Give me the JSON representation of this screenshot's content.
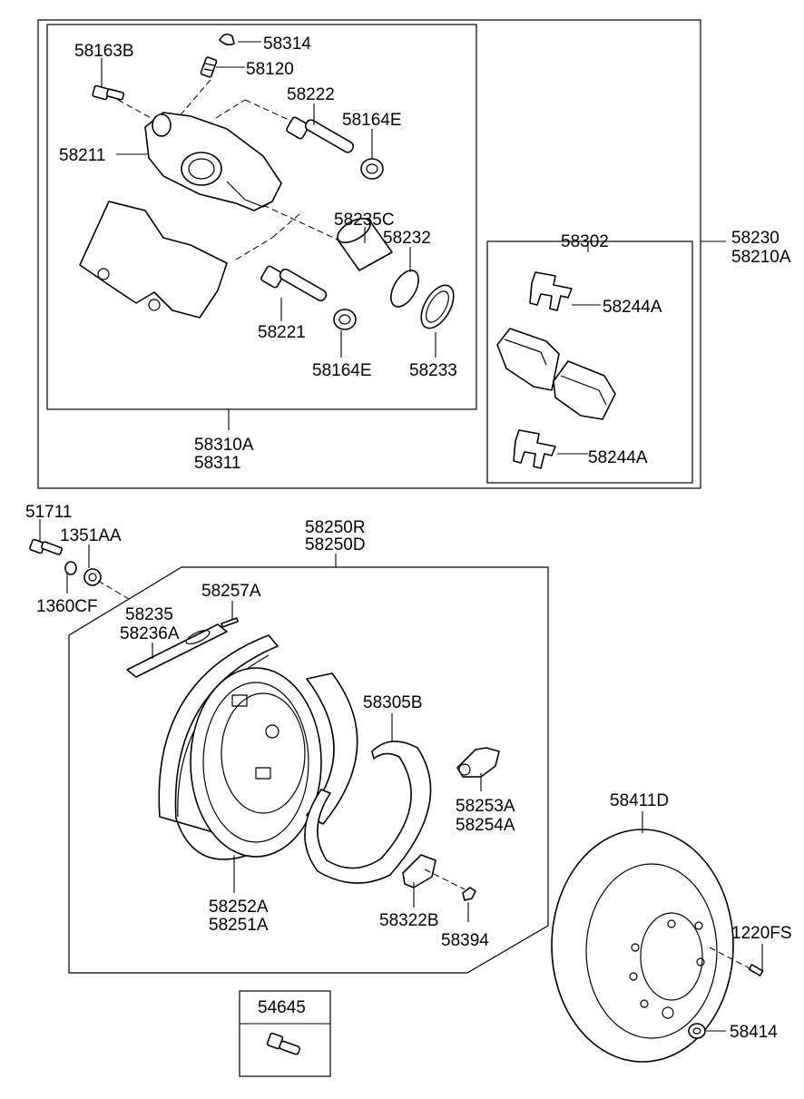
{
  "labels": {
    "p58163B": "58163B",
    "p58314": "58314",
    "p58120": "58120",
    "p58222": "58222",
    "p58164E_top": "58164E",
    "p58211": "58211",
    "p58235C": "58235C",
    "p58232": "58232",
    "p58221": "58221",
    "p58164E_bot": "58164E",
    "p58233": "58233",
    "p58310A": "58310A",
    "p58311": "58311",
    "p58302": "58302",
    "p58244A_top": "58244A",
    "p58244A_bot": "58244A",
    "p58230": "58230",
    "p58210A": "58210A",
    "p51711": "51711",
    "p1351AA": "1351AA",
    "p1360CF": "1360CF",
    "p58250R": "58250R",
    "p58250D": "58250D",
    "p58257A": "58257A",
    "p58235": "58235",
    "p58236A": "58236A",
    "p58305B": "58305B",
    "p58253A": "58253A",
    "p58254A": "58254A",
    "p58252A": "58252A",
    "p58251A": "58251A",
    "p58322B": "58322B",
    "p58394": "58394",
    "p58411D": "58411D",
    "p1220FS": "1220FS",
    "p58414": "58414",
    "p54645": "54645"
  }
}
